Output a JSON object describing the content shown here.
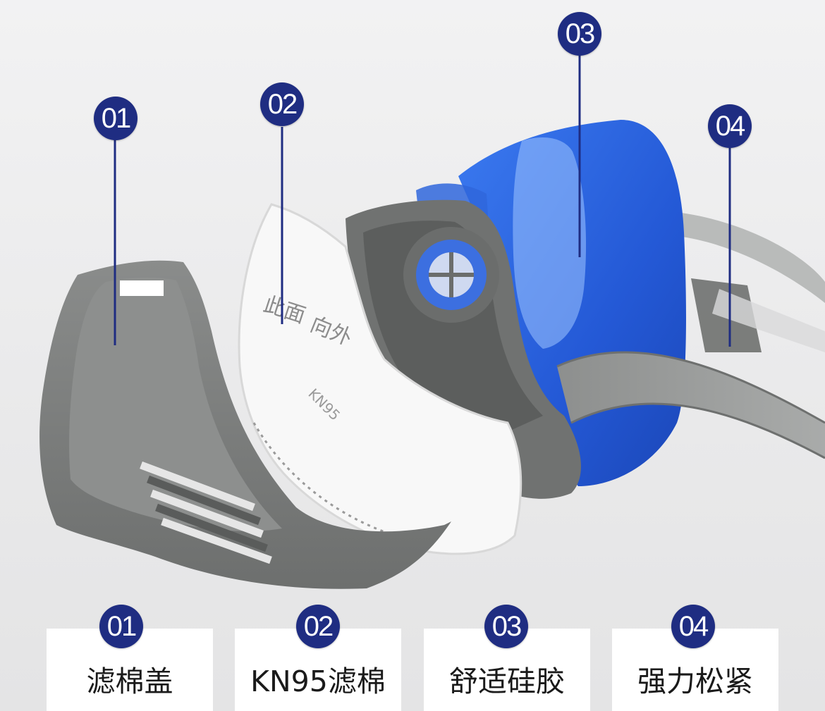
{
  "callouts": [
    {
      "number": "01",
      "label": "滤棉盖"
    },
    {
      "number": "02",
      "label": "KN95滤棉"
    },
    {
      "number": "03",
      "label": "舒适硅胶"
    },
    {
      "number": "04",
      "label": "强力松紧"
    }
  ],
  "filter_print": {
    "line1": "此面",
    "line2": "向外",
    "line3": "KN95"
  },
  "colors": {
    "marker": "#1f2d82",
    "mask_blue": "#2a63e0",
    "cover_gray": "#7b7d7c",
    "background": "#ececed"
  }
}
